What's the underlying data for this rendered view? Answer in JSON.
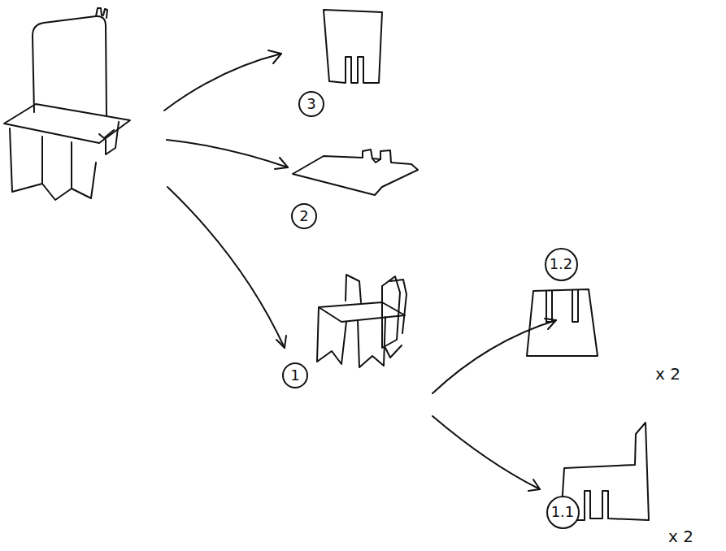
{
  "diagram": {
    "nodes": [
      {
        "text": [
          "3"
        ]
      },
      {
        "text": [
          "2"
        ]
      },
      {
        "text": [
          "1.2"
        ]
      },
      {
        "text": [
          "1"
        ]
      },
      {
        "text": [
          "1.1"
        ]
      }
    ],
    "labels": [
      "x 2",
      "x 2"
    ]
  }
}
